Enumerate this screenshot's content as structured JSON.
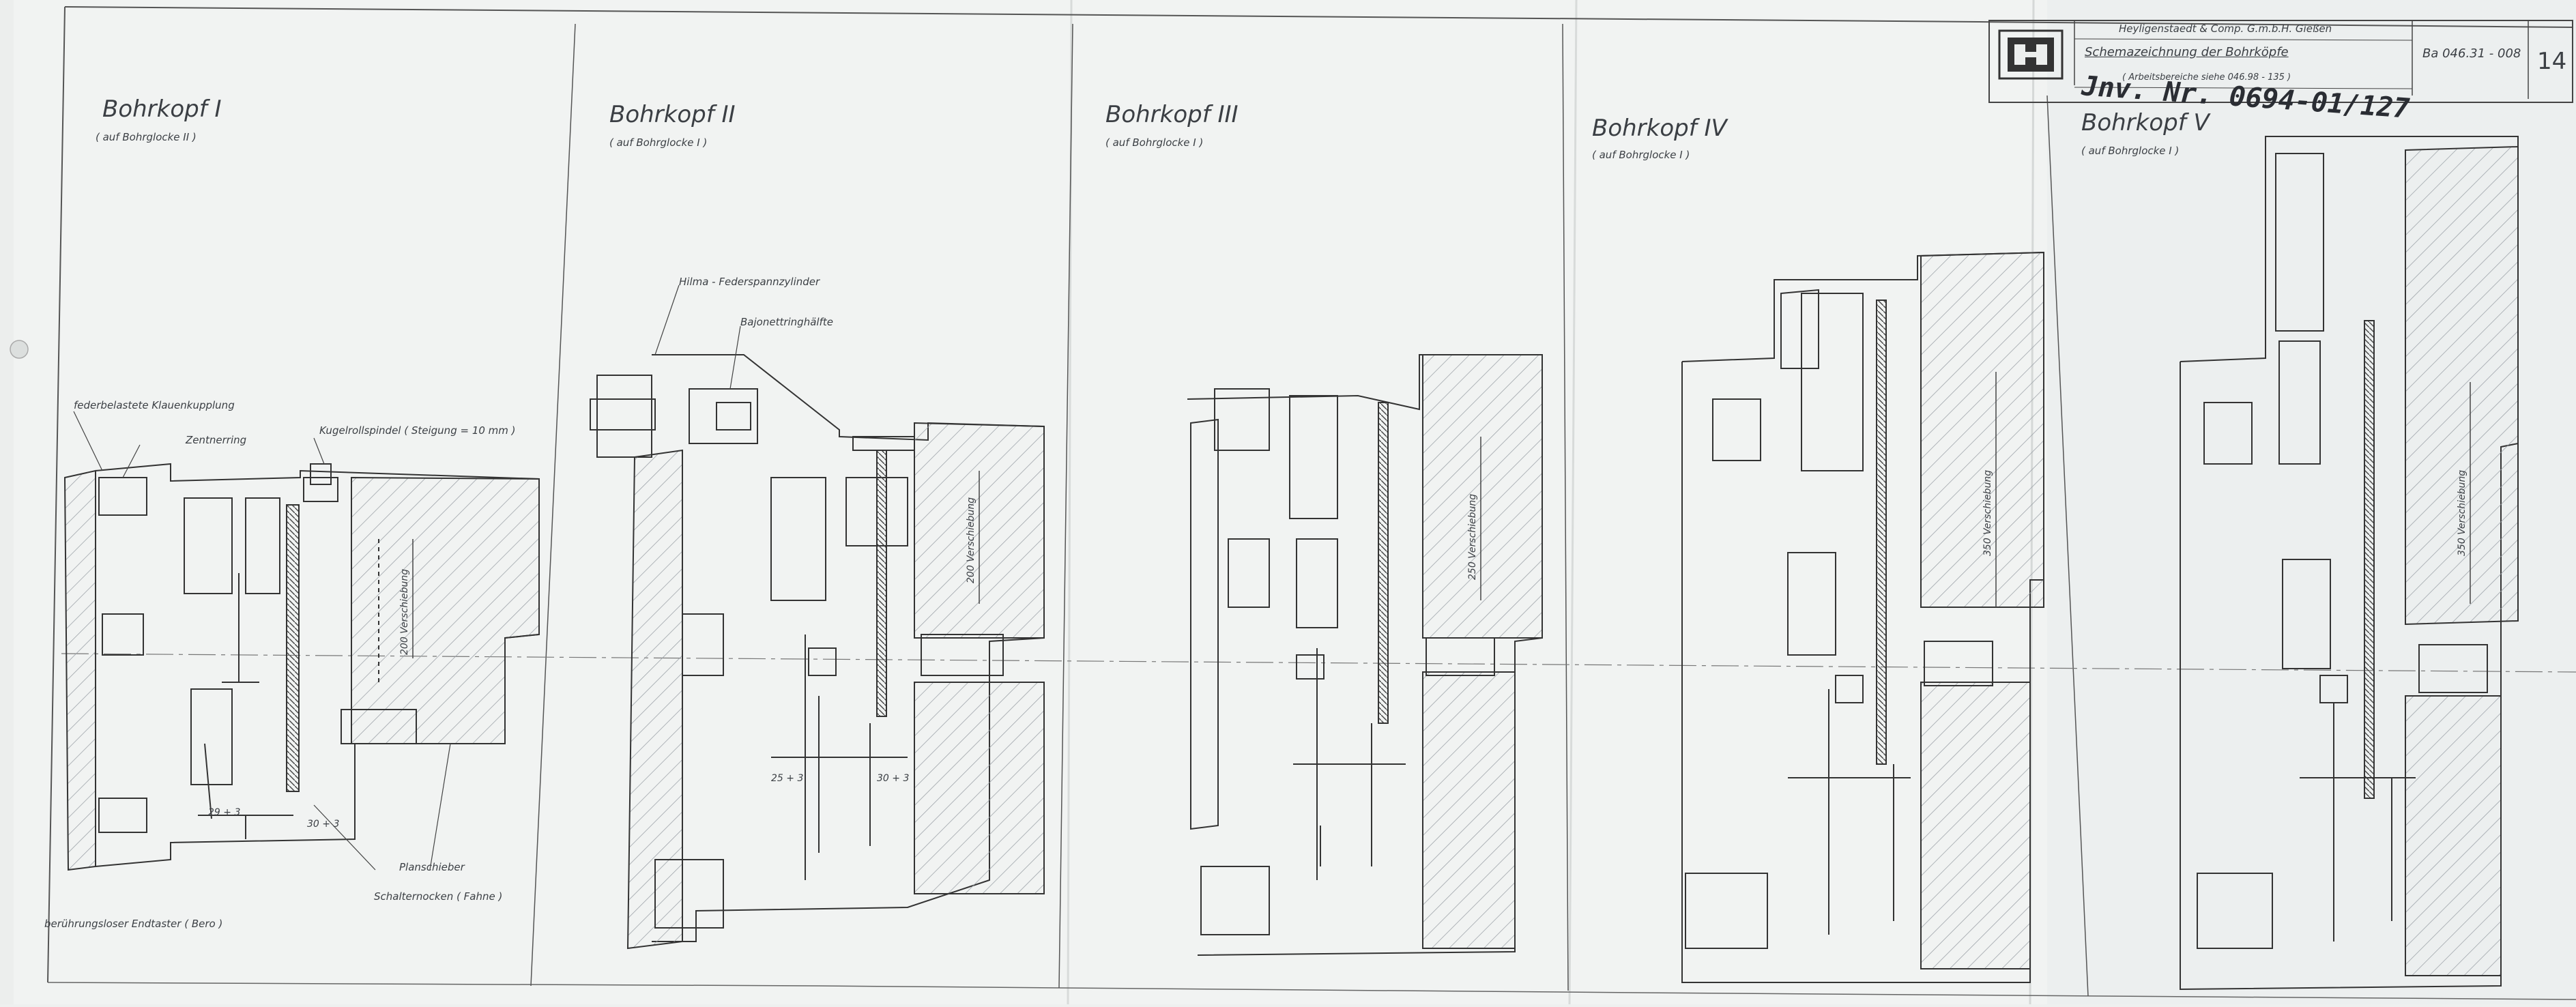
{
  "title_block": {
    "company": "Heyligenstaedt & Comp. G.m.b.H. Gießen",
    "drawing_title": "Schemazeichnung  der  Bohrköpfe",
    "range_note": "( Arbeitsbereiche siehe  046.98 - 135 )",
    "drawing_number": "Ba  046.31 - 008",
    "sheet_number": "14",
    "inventory_number": "Jnv. Nr. 0694-01/127"
  },
  "heads": [
    {
      "title": "Bohrkopf  I",
      "sub": "( auf  Bohrglocke  II )",
      "travel": "200  Verschiebung"
    },
    {
      "title": "Bohrkopf  II",
      "sub": "( auf  Bohrglocke  I )",
      "travel": "200  Verschiebung"
    },
    {
      "title": "Bohrkopf  III",
      "sub": "( auf  Bohrglocke  I )",
      "travel": "250  Verschiebung"
    },
    {
      "title": "Bohrkopf  IV",
      "sub": "( auf  Bohrglocke  I )",
      "travel": "350  Verschiebung"
    },
    {
      "title": "Bohrkopf  V",
      "sub": "( auf  Bohrglocke  I )",
      "travel": "350  Verschiebung"
    }
  ],
  "annotations": {
    "federbelastete": "federbelastete  Klauenkupplung",
    "zentnerring": "Zentnerring",
    "kugelroll": "Kugelrollspindel  ( Steigung = 10 mm )",
    "schaltnocken": "Schalternocken  ( Fahne )",
    "beruhrungslos": "berührungsloser  Endtaster  ( Bero )",
    "planschieber": "Planschieber",
    "hilma": "Hilma - Federspannzylinder",
    "bajonett": "Bajonettringhälfte"
  },
  "dimensions": {
    "h1_a": "29 + 3",
    "h1_b": "30 + 3",
    "h2_a": "25 + 3",
    "h2_b": "30 + 3"
  }
}
